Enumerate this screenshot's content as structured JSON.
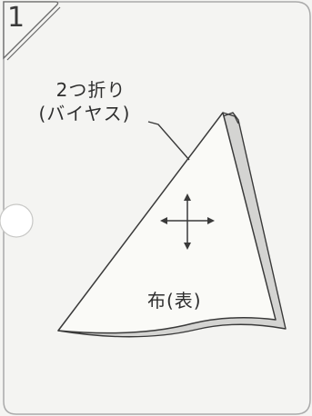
{
  "step": {
    "number": "1"
  },
  "callout": {
    "line1": "2つ折り",
    "line2": "(バイヤス)"
  },
  "fabric": {
    "label": "布(表)"
  },
  "colors": {
    "card_background": "#f4f4f2",
    "outline": "#3a3a3a",
    "fabric_fill": "#fafaf7",
    "fabric_underside": "#d4d4d2",
    "card_border": "#aaaaaa",
    "hole": "#ffffff"
  },
  "icons": {
    "grain_marker": "four-way-arrow-icon",
    "punch_hole": "punch-hole-icon"
  }
}
